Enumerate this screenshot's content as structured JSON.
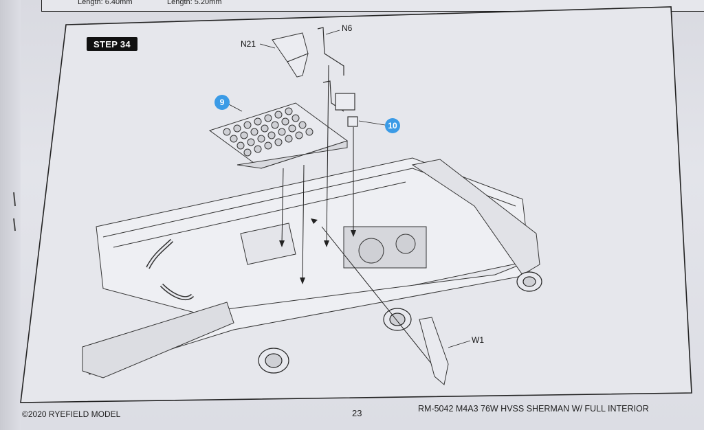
{
  "header": {
    "length_left": "Length: 6.40mm",
    "length_right": "Length: 5.20mm"
  },
  "step": {
    "label": "STEP 34"
  },
  "callouts": {
    "c9": "9",
    "c10": "10"
  },
  "parts": {
    "n21": "N21",
    "n6": "N6",
    "w1": "W1"
  },
  "footer": {
    "copyright": "©2020 RYEFIELD MODEL",
    "page_number": "23",
    "kit_title": "RM-5042  M4A3 76W HVSS SHERMAN W/ FULL INTERIOR"
  },
  "colors": {
    "callout_blue": "#3b9be6",
    "ink": "#222222",
    "paper": "#e3e4ea"
  }
}
